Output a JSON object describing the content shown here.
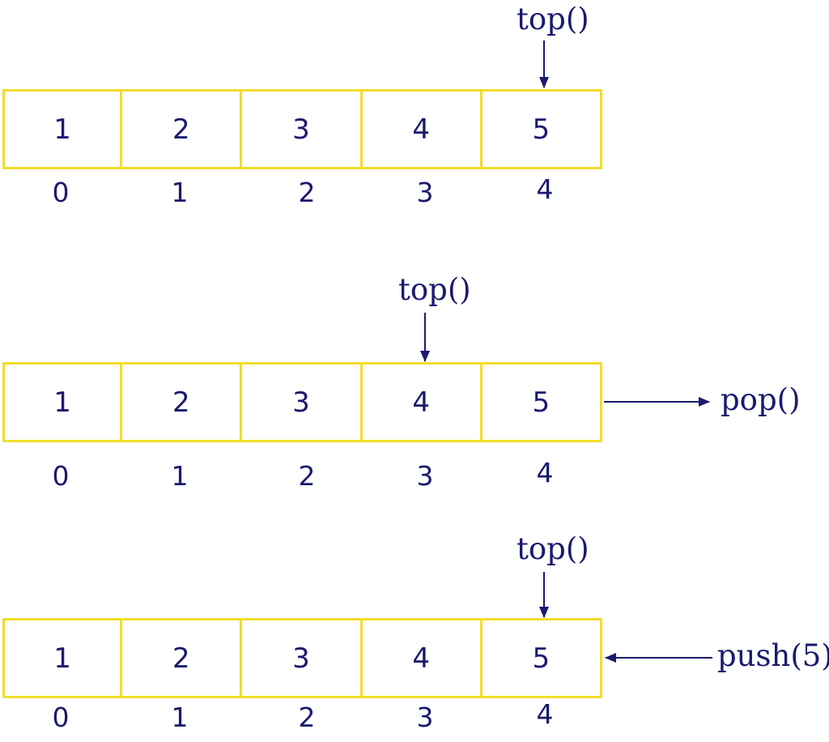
{
  "colors": {
    "ink": "#1a1a6e",
    "cell_border": "#f1dd2a"
  },
  "diagrams": [
    {
      "values": [
        "1",
        "2",
        "3",
        "4",
        "5"
      ],
      "indices": [
        "0",
        "1",
        "2",
        "3",
        "4"
      ],
      "top_label": "top()"
    },
    {
      "values": [
        "1",
        "2",
        "3",
        "4",
        "5"
      ],
      "indices": [
        "0",
        "1",
        "2",
        "3",
        "4"
      ],
      "top_label": "top()",
      "op_label": "pop()"
    },
    {
      "values": [
        "1",
        "2",
        "3",
        "4",
        "5"
      ],
      "indices": [
        "0",
        "1",
        "2",
        "3",
        "4"
      ],
      "top_label": "top()",
      "op_label": "push(5)"
    }
  ]
}
